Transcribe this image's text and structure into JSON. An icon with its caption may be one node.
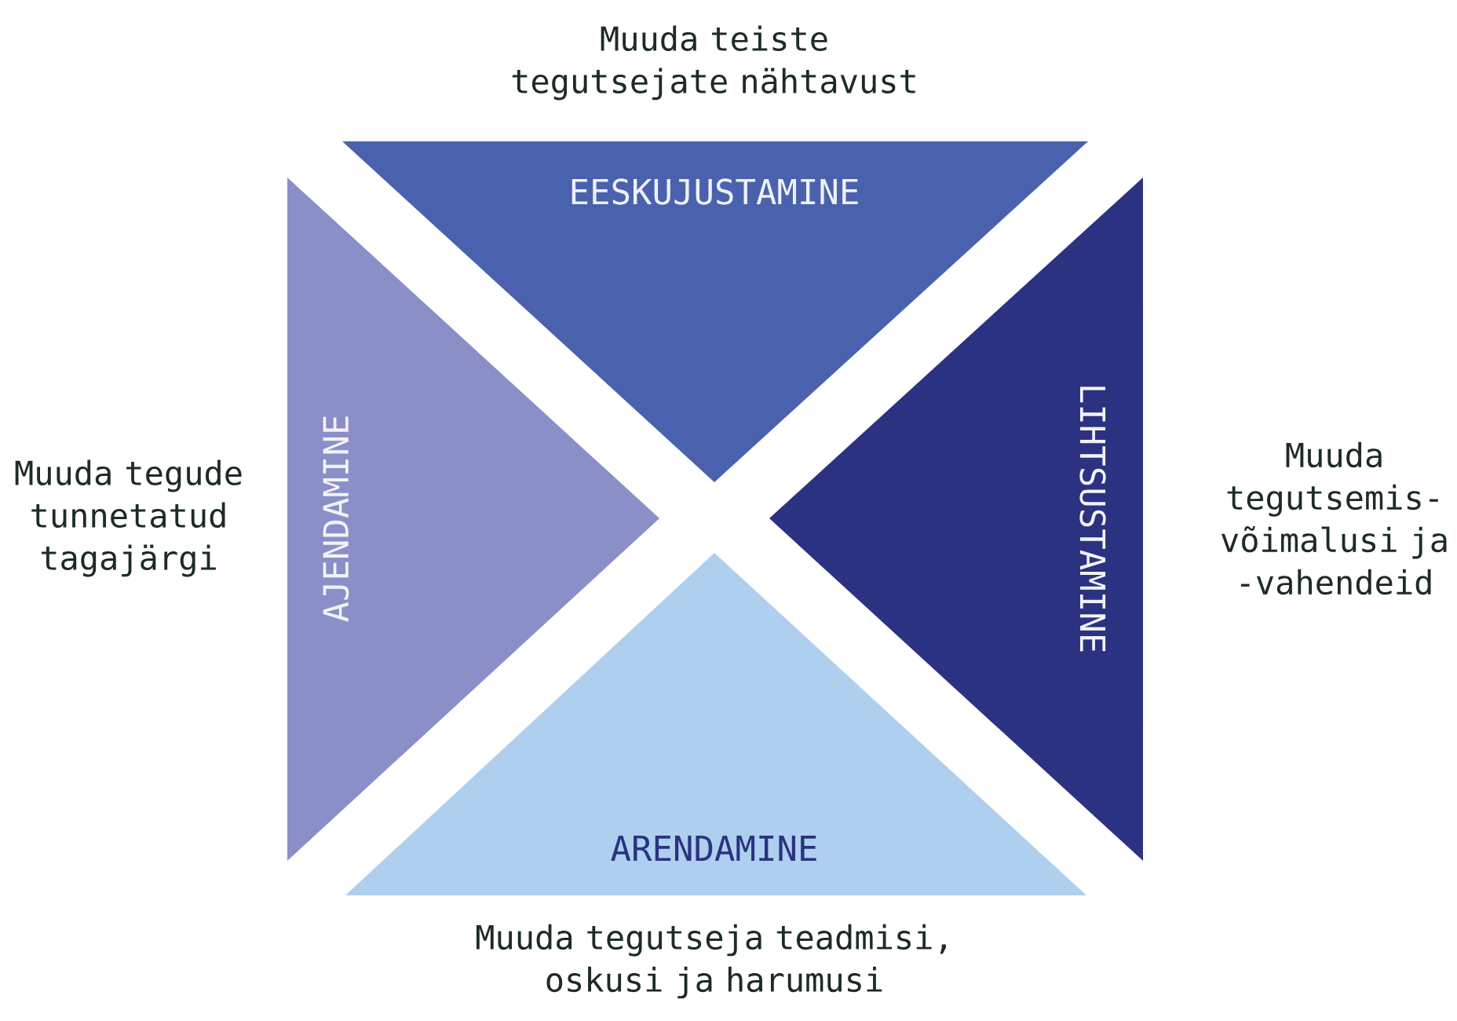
{
  "diagram": {
    "nodes": [
      {
        "text": [
          "EESKUJUSTAMINE"
        ],
        "beside": [
          "Muuda teiste tegutsejate nähtavust"
        ]
      },
      {
        "text": [
          "AJENDAMINE"
        ],
        "beside": [
          "Muuda tegude tunnetatud tagajärgi"
        ]
      },
      {
        "text": [
          "LIHTSUSTAMINE"
        ],
        "beside": [
          "Muuda tegutsemis-võimalusi ja -vahendeid"
        ]
      },
      {
        "text": [
          "ARENDAMINE"
        ],
        "beside": [
          "Muuda tegutseja teadmisi, oskusi ja harumusi"
        ]
      }
    ]
  }
}
